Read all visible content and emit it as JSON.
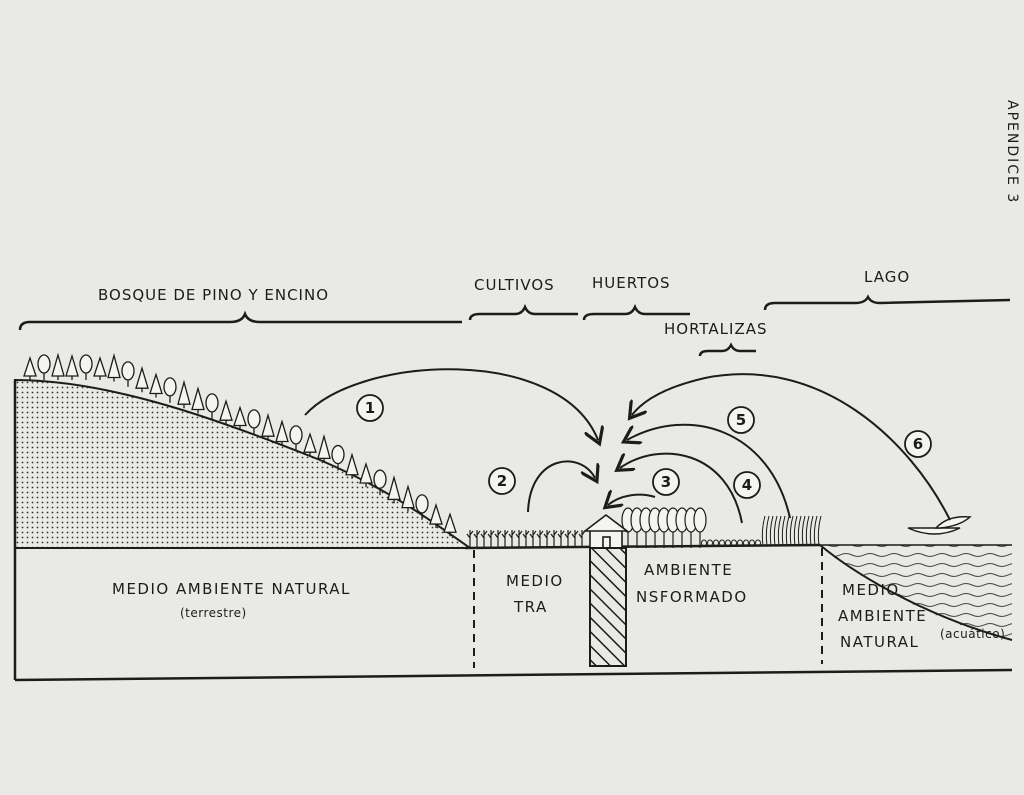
{
  "sidebar": {
    "appendix": "APENDICE 3"
  },
  "zones_top": {
    "bosque": "BOSQUE DE PINO Y ENCINO",
    "cultivos": "CULTIVOS",
    "huertos": "HUERTOS",
    "hortalizas": "HORTALIZAS",
    "lago": "LAGO"
  },
  "flows": [
    "1",
    "2",
    "3",
    "4",
    "5",
    "6"
  ],
  "zones_bottom": {
    "natural_land": "MEDIO AMBIENTE NATURAL",
    "natural_land_sub": "(terrestre)",
    "transformed_a1": "MEDIO",
    "transformed_a2": "TRA",
    "transformed_b1": "AMBIENTE",
    "transformed_b2": "NSFORMADO",
    "natural_water1": "MEDIO",
    "natural_water2": "AMBIENTE",
    "natural_water3": "NATURAL",
    "natural_water_sub": "(acuático)"
  },
  "colors": {
    "ink": "#1c1c1c",
    "paper": "#e9e9e6"
  }
}
